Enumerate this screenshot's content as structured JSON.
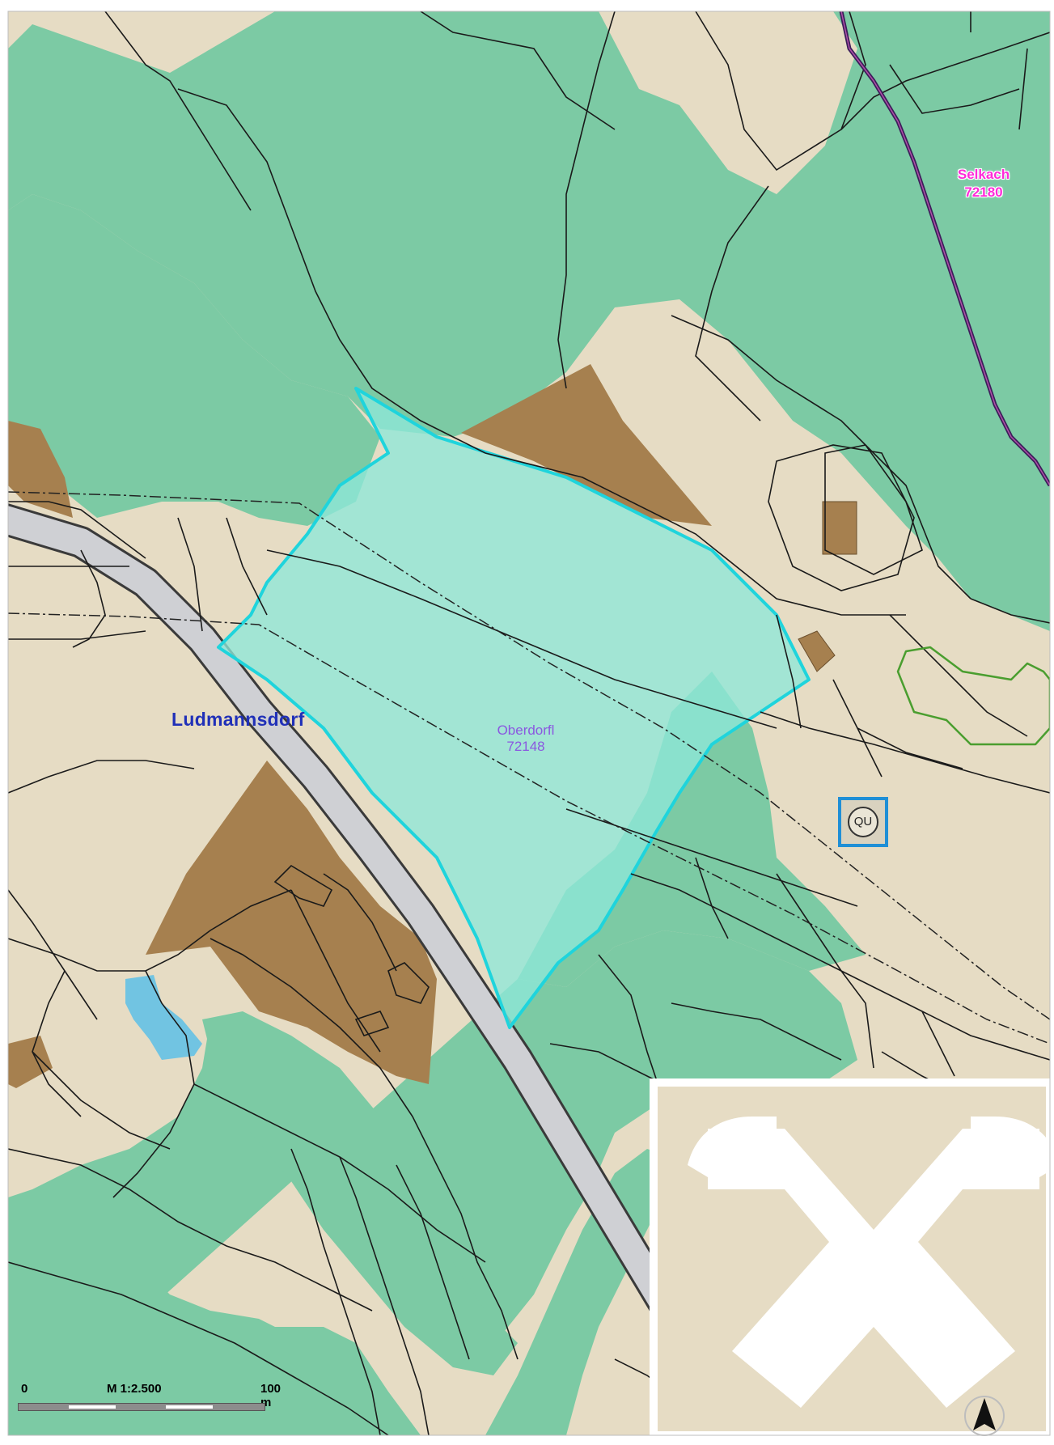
{
  "map": {
    "labels": {
      "ludmannsdorf": "Ludmannsdorf",
      "oberdorfl_name": "Oberdorfl",
      "oberdorfl_code": "72148",
      "selkach_name": "Selkach",
      "selkach_code": "72180"
    },
    "marker": {
      "label": "QU"
    },
    "scale": {
      "zero": "0",
      "ratio": "M 1:2.500",
      "end": "100 m"
    },
    "colors": {
      "forest": "#7ccaa4",
      "field": "#e6dcc4",
      "building_plot": "#a6804f",
      "road": "#cfd0d4",
      "parcel_highlight_fill": "#8ee8d8",
      "parcel_highlight_stroke": "#1fd4dc",
      "water": "#71c4e2",
      "selkach_boundary": "#3b1f5a",
      "ludmannsdorf_label": "#2030b8",
      "oberdorfl_label": "#8a58e0",
      "selkach_label": "#ff2ad9",
      "marker_border": "#1f8fd6"
    },
    "icons": {
      "logo": "crossed-gable-logo",
      "north": "north-arrow-icon"
    }
  }
}
